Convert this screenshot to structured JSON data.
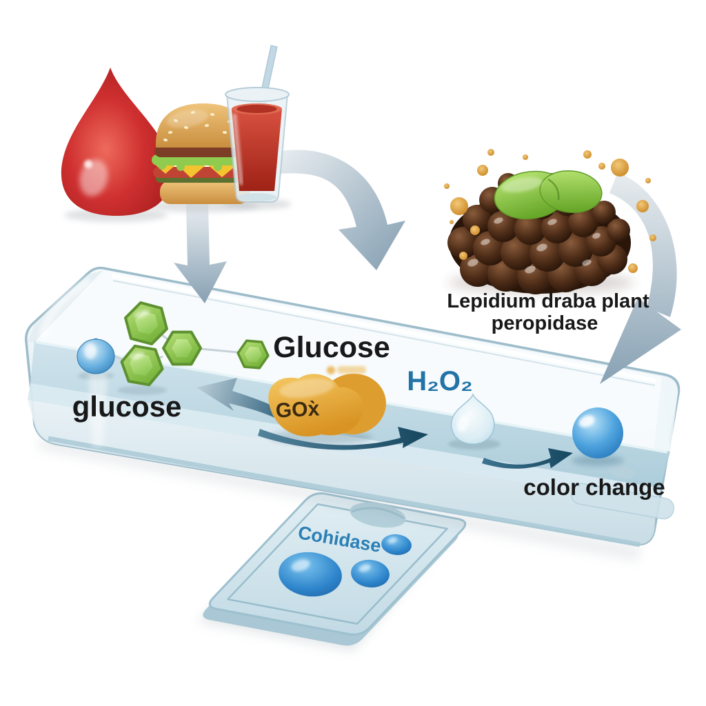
{
  "labels": {
    "enzyme_source_line1": "Lepidium draba plant",
    "enzyme_source_line2": "peropidase",
    "glucose_on_strip": "glucose",
    "glucose_heading": "Glucose",
    "gox": "GOx̀",
    "h2o2": "H₂O₂",
    "color_change": "color change",
    "slide": "Cohidase"
  },
  "icons": {
    "blood_drop": "blood-drop-icon",
    "hamburger": "hamburger-icon",
    "juice_glass": "juice-glass-icon",
    "enzyme_source": "berry-cluster-icon",
    "glucose_molecules": "green-hexagon-icon",
    "sample_sphere": "blue-sphere-icon",
    "gox_enzyme": "gox-enzyme-blob-icon",
    "h2o2_droplet": "droplet-icon",
    "reaction_product": "product-sphere-icon",
    "flow_arrows": [
      "down-arrow-icon",
      "curved-arrow-top-icon",
      "curved-arrow-right-icon",
      "teal-arrow-left-icon",
      "teal-arrow-gox-h2o2-icon",
      "teal-arrow-h2o2-product-icon"
    ]
  },
  "palette": {
    "background": "#ffffff",
    "arrow_gray_light": "#e9eef1",
    "arrow_gray_dark": "#87a0b3",
    "arrow_teal": "#1c5270",
    "glass_stroke": "#9dbcca",
    "liquid": "#c9dfe9",
    "hex_green": "#76b23a",
    "gox_orange": "#e8a93c",
    "h2o2_text_blue": "#2273a8",
    "slide_text_blue": "#2b7fb5",
    "product_blue": "#2e86c9",
    "blood_red": "#c0272d",
    "berry_brown": "#3a2213",
    "leaf_green": "#8cc63f",
    "gold_dot": "#d99b3f",
    "label_black": "#181818"
  }
}
